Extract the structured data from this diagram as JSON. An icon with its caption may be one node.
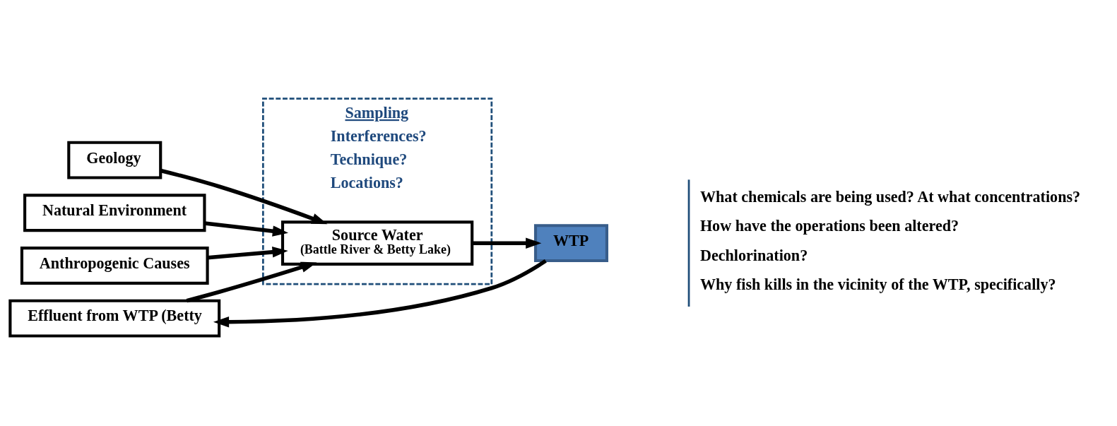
{
  "diagram": {
    "nodes": [
      {
        "text": [
          "Geology"
        ]
      },
      {
        "text": [
          "Natural Environment"
        ]
      },
      {
        "text": [
          "Anthropogenic Causes"
        ]
      },
      {
        "text": [
          "Effluent from WTP (Betty"
        ]
      },
      {
        "text": [
          "Sampling",
          "Interferences?",
          "Technique?",
          "Locations?"
        ]
      },
      {
        "text": [
          "Source Water",
          "(Battle River & Betty Lake)"
        ],
        "in": 4
      },
      {
        "text": [
          "WTP"
        ]
      }
    ],
    "edges": [
      {
        "from": 0,
        "to": 5,
        "arrow": "to"
      },
      {
        "from": 1,
        "to": 5,
        "arrow": "to"
      },
      {
        "from": 2,
        "to": 5,
        "arrow": "to"
      },
      {
        "from": 3,
        "to": 5,
        "arrow": "to"
      },
      {
        "from": 5,
        "to": 6,
        "arrow": "to"
      },
      {
        "from": 6,
        "to": 3,
        "arrow": "to"
      }
    ],
    "labels": [
      "What chemicals are being used? At what concentrations?",
      "How have the operations been altered?",
      "Dechlorination?",
      "Why fish kills in the vicinity of the WTP, specifically?"
    ]
  }
}
